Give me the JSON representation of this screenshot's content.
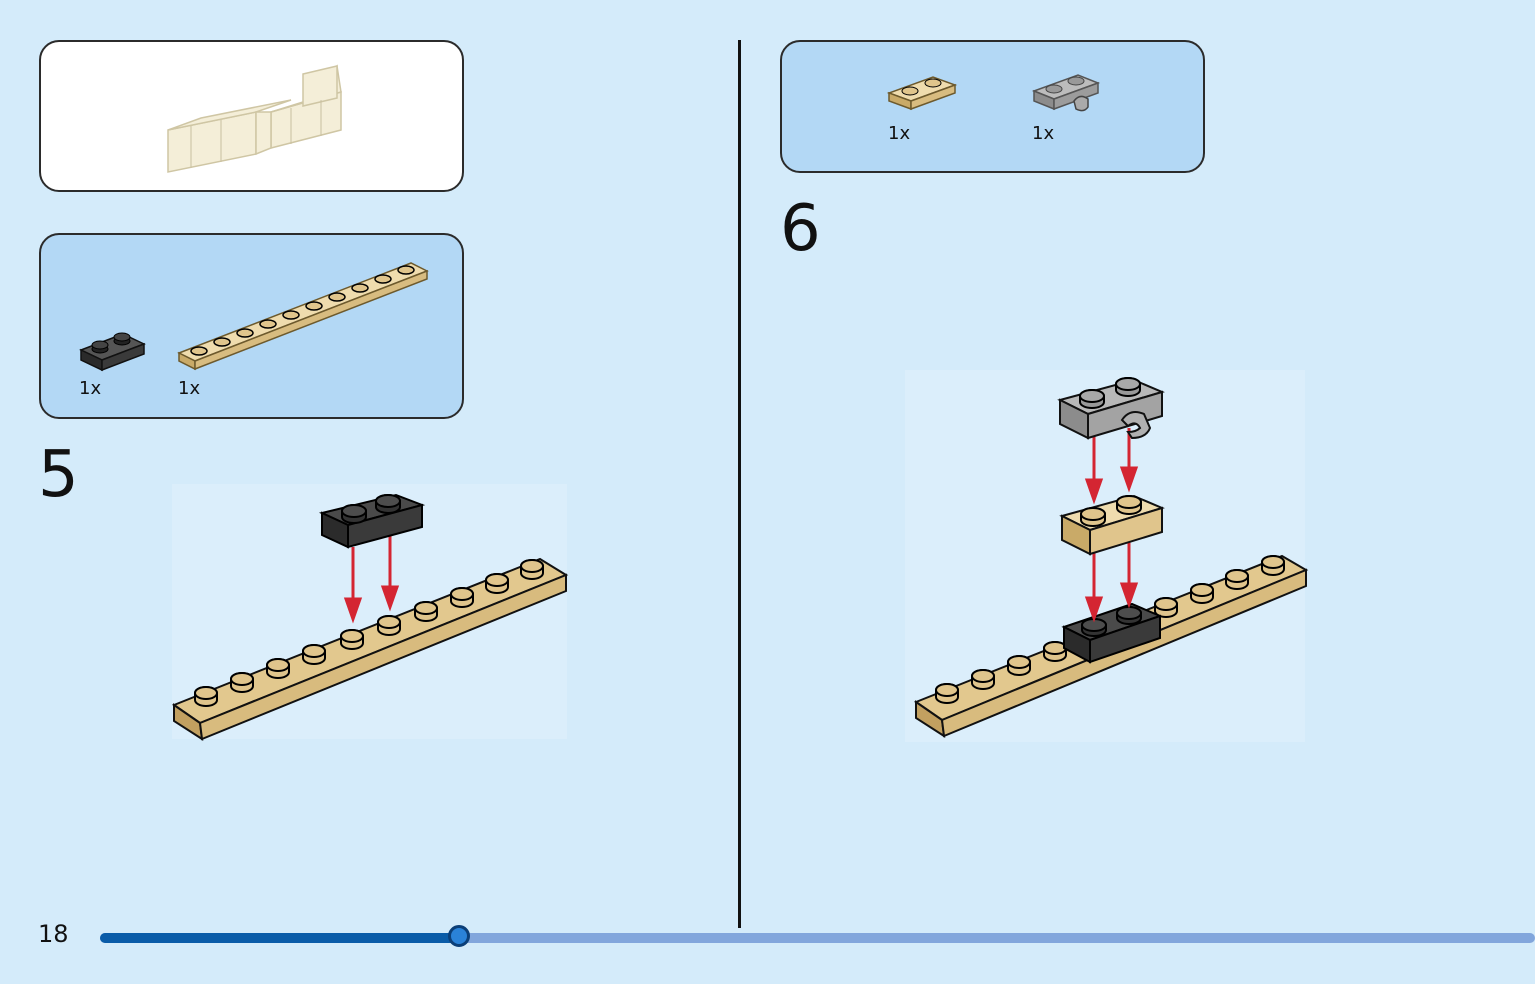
{
  "page": {
    "number": "18",
    "progress": 0.25
  },
  "colors": {
    "background": "#d4ebfa",
    "parts_panel": "#b3d8f5",
    "tan": "#e0c58c",
    "black_plate": "#3a3a3a",
    "gray_plate": "#a3a3a3",
    "arrow": "#d42532",
    "progress_fill": "#0a5ca8",
    "progress_track": "#82a6dc"
  },
  "left": {
    "submodel_icon": "tan-brick-submodel-icon",
    "parts": [
      {
        "name": "black 1x2 plate",
        "icon": "black-plate-1x2-icon",
        "qty": "1x"
      },
      {
        "name": "tan 1x10 plate",
        "icon": "tan-plate-1x10-icon",
        "qty": "1x"
      }
    ],
    "step": "5"
  },
  "right": {
    "parts": [
      {
        "name": "tan 1x2 plate",
        "icon": "tan-plate-1x2-icon",
        "qty": "1x"
      },
      {
        "name": "gray 1x2 plate with clip",
        "icon": "gray-clip-plate-icon",
        "qty": "1x"
      }
    ],
    "step": "6"
  }
}
